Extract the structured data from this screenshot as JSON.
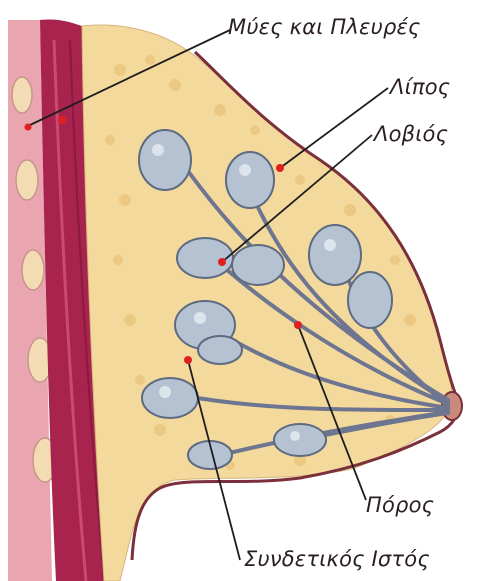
{
  "labels": {
    "muscles_ribs": "Μύες και Πλευρές",
    "fat": "Λίπος",
    "lobule": "Λοβιός",
    "duct": "Πόρος",
    "connective_tissue": "Συνδετικός Ιστός"
  },
  "colors": {
    "background": "#ffffff",
    "chest_wall": "#a8234f",
    "rib_tissue": "#e8a0a8",
    "rib": "#f1d8b0",
    "fat_tissue": "#f5dba0",
    "skin_outline": "#7a2f3a",
    "lobule": "#aab8c8",
    "duct": "#6e7590",
    "marker": "#e02020",
    "leader_line": "#1e1e1e"
  }
}
